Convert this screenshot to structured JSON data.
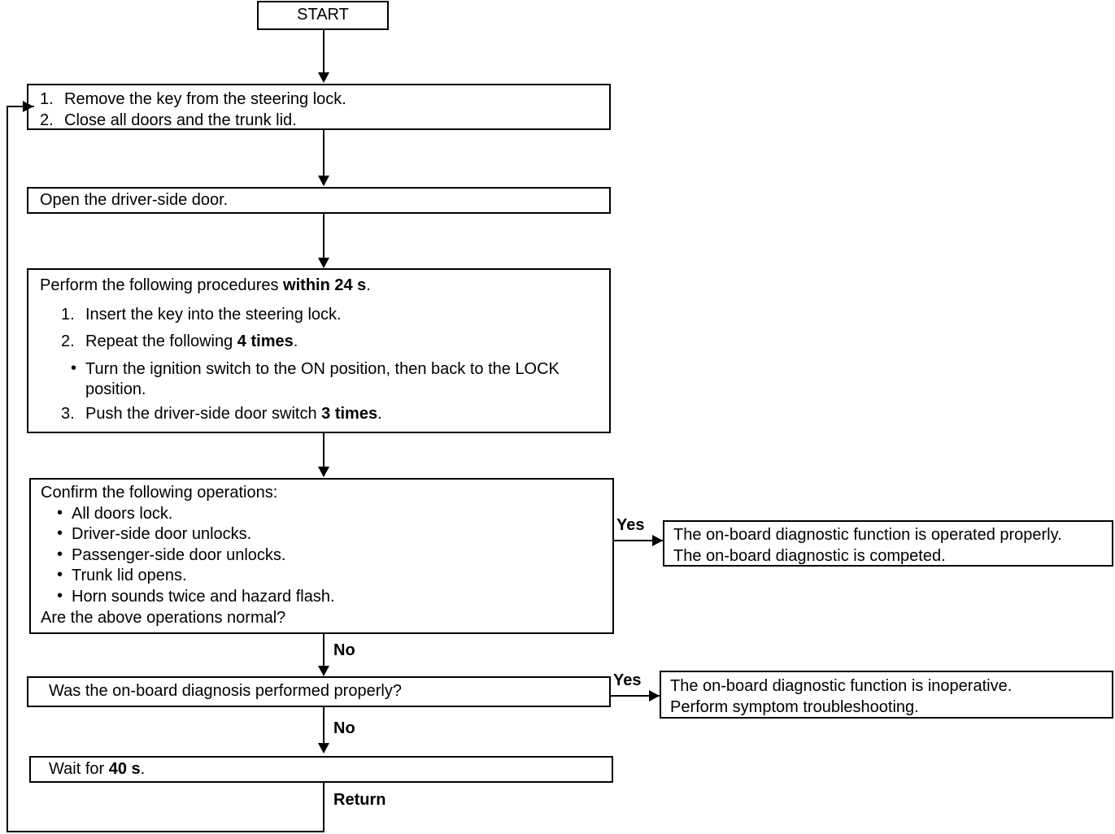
{
  "diagram": {
    "type": "flowchart",
    "title": "On-board diagnostic function test flowchart",
    "nodes": {
      "start": {
        "label": "START"
      },
      "step1": {
        "items": [
          {
            "marker": "1.",
            "text": "Remove the key from the steering lock."
          },
          {
            "marker": "2.",
            "text": "Close all doors and the trunk lid."
          }
        ]
      },
      "step2": {
        "text": "Open the driver-side door."
      },
      "step3": {
        "heading_pre": "Perform the following procedures ",
        "heading_bold": "within 24 s",
        "heading_post": ".",
        "item1_marker": "1.",
        "item1_text": "Insert the key into the steering lock.",
        "item2_marker": "2.",
        "item2_pre": "Repeat the following ",
        "item2_bold": "4 times",
        "item2_post": ".",
        "bullet_line1": "Turn the ignition switch to the ON position, then back to the LOCK",
        "bullet_line2": "position.",
        "item3_marker": "3.",
        "item3_pre": "Push the driver-side door switch ",
        "item3_bold": "3 times",
        "item3_post": "."
      },
      "confirm": {
        "heading": "Confirm the following operations:",
        "bullets": [
          "All doors lock.",
          "Driver-side door unlocks.",
          "Passenger-side door unlocks.",
          "Trunk lid opens.",
          "Horn sounds twice and hazard flash."
        ],
        "question": "Are the above operations normal?"
      },
      "result_ok": {
        "line1": "The on-board diagnostic function is operated properly.",
        "line2": "The on-board diagnostic is competed."
      },
      "diagnosis_question": {
        "text": "Was the on-board diagnosis performed properly?"
      },
      "result_ng": {
        "line1": "The on-board diagnostic function is inoperative.",
        "line2": "Perform symptom troubleshooting."
      },
      "wait": {
        "pre": "Wait for ",
        "bold": "40 s",
        "post": "."
      }
    },
    "edge_labels": {
      "yes_confirm": "Yes",
      "no_confirm": "No",
      "yes_diagnosis": "Yes",
      "no_diagnosis": "No",
      "return": "Return"
    },
    "colors": {
      "stroke": "#000000",
      "fill": "#ffffff",
      "text": "#000000"
    }
  }
}
